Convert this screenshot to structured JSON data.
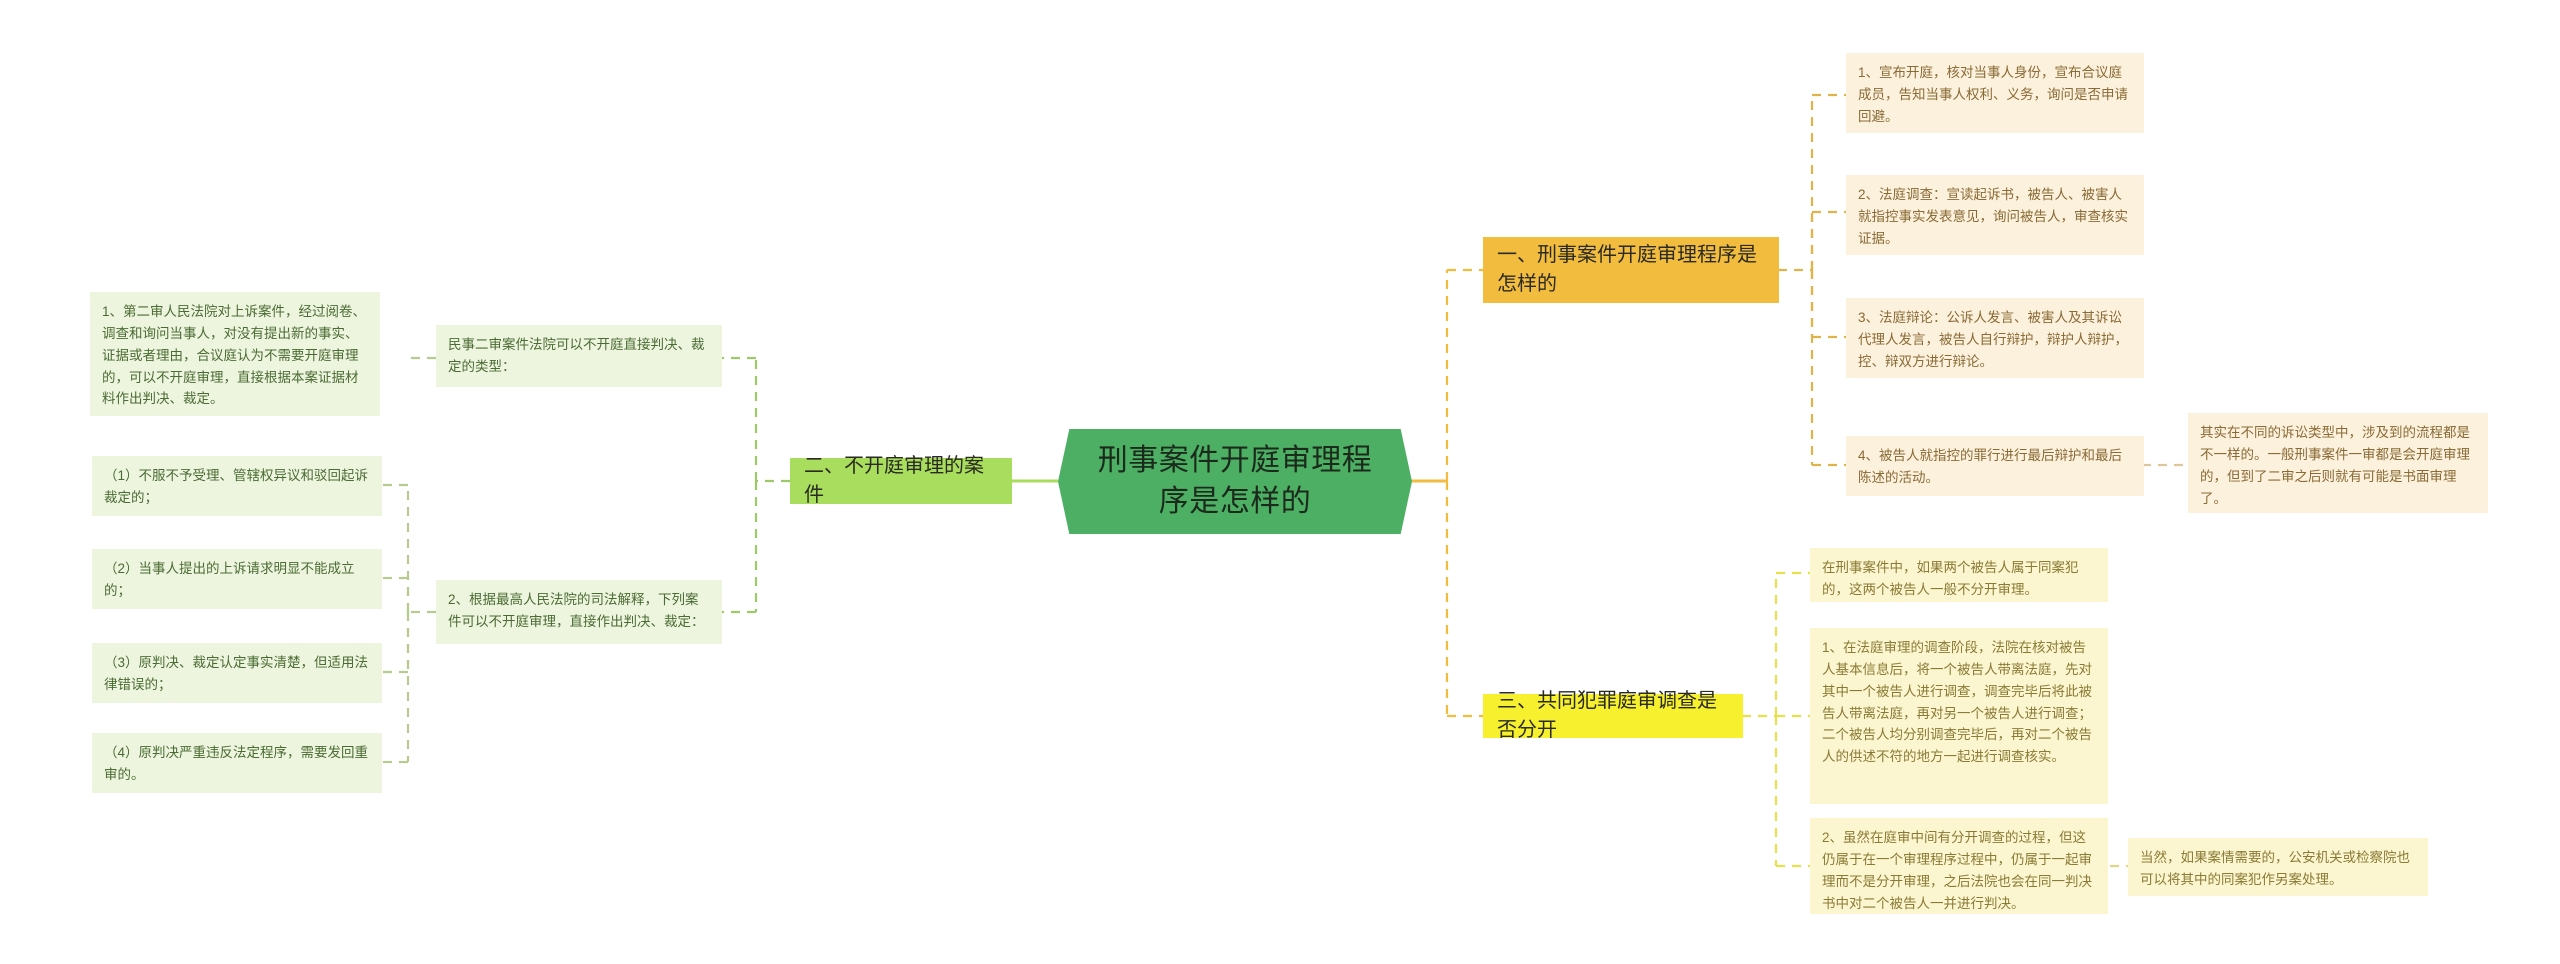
{
  "mindmap": {
    "central": {
      "label": "刑事案件开庭审理程序是怎样的",
      "color": "#4caf64"
    },
    "branches": [
      {
        "id": "branch-1",
        "label": "一、刑事案件开庭审理程序是怎样的",
        "color": "#f2bc3e",
        "side": "right",
        "children": [
          {
            "id": "b1-c1",
            "label": "1、宣布开庭，核对当事人身份，宣布合议庭成员，告知当事人权利、义务，询问是否申请回避。",
            "color": "#fbf1dc"
          },
          {
            "id": "b1-c2",
            "label": "2、法庭调查：宣读起诉书，被告人、被害人就指控事实发表意见，询问被告人，审查核实证据。",
            "color": "#fbf1dc"
          },
          {
            "id": "b1-c3",
            "label": "3、法庭辩论：公诉人发言、被害人及其诉讼代理人发言，被告人自行辩护，辩护人辩护，控、辩双方进行辩论。",
            "color": "#fbf1dc"
          },
          {
            "id": "b1-c4",
            "label": "4、被告人就指控的罪行进行最后辩护和最后陈述的活动。",
            "color": "#fbf1dc",
            "children": [
              {
                "id": "b1-c4-g1",
                "label": "其实在不同的诉讼类型中，涉及到的流程都是不一样的。一般刑事案件一审都是会开庭审理的，但到了二审之后则就有可能是书面审理了。",
                "color": "#fbf1dc"
              }
            ]
          }
        ]
      },
      {
        "id": "branch-2",
        "label": "二、不开庭审理的案件",
        "color": "#a8dd5e",
        "side": "left",
        "children": [
          {
            "id": "b2-c1",
            "label": "民事二审案件法院可以不开庭直接判决、裁定的类型：",
            "color": "#eef5df",
            "children": [
              {
                "id": "b2-c1-g1",
                "label": "1、第二审人民法院对上诉案件，经过阅卷、调查和询问当事人，对没有提出新的事实、证据或者理由，合议庭认为不需要开庭审理的，可以不开庭审理，直接根据本案证据材料作出判决、裁定。",
                "color": "#eef5df"
              }
            ]
          },
          {
            "id": "b2-c2",
            "label": "2、根据最高人民法院的司法解释，下列案件可以不开庭审理，直接作出判决、裁定：",
            "color": "#eef5df",
            "children": [
              {
                "id": "b2-c2-g1",
                "label": "（1）不服不予受理、管辖权异议和驳回起诉裁定的；",
                "color": "#eef5df"
              },
              {
                "id": "b2-c2-g2",
                "label": "（2）当事人提出的上诉请求明显不能成立的；",
                "color": "#eef5df"
              },
              {
                "id": "b2-c2-g3",
                "label": "（3）原判决、裁定认定事实清楚，但适用法律错误的；",
                "color": "#eef5df"
              },
              {
                "id": "b2-c2-g4",
                "label": "（4）原判决严重违反法定程序，需要发回重审的。",
                "color": "#eef5df"
              }
            ]
          }
        ]
      },
      {
        "id": "branch-3",
        "label": "三、共同犯罪庭审调查是否分开",
        "color": "#f7f02e",
        "side": "right",
        "children": [
          {
            "id": "b3-c1",
            "label": "在刑事案件中，如果两个被告人属于同案犯的，这两个被告人一般不分开审理。",
            "color": "#fbf6cf"
          },
          {
            "id": "b3-c2",
            "label": "1、在法庭审理的调查阶段，法院在核对被告人基本信息后，将一个被告人带离法庭，先对其中一个被告人进行调查，调查完毕后将此被告人带离法庭，再对另一个被告人进行调查；二个被告人均分别调查完毕后，再对二个被告人的供述不符的地方一起进行调查核实。",
            "color": "#fbf6cf"
          },
          {
            "id": "b3-c3",
            "label": "2、虽然在庭审中间有分开调查的过程，但这仍属于在一个审理程序过程中，仍属于一起审理而不是分开审理，之后法院也会在同一判决书中对二个被告人一并进行判决。",
            "color": "#fbf6cf",
            "children": [
              {
                "id": "b3-c3-g1",
                "label": "当然，如果案情需要的，公安机关或检察院也可以将其中的同案犯作另案处理。",
                "color": "#fbf6cf"
              }
            ]
          }
        ]
      }
    ]
  },
  "connector_colors": {
    "central_left": "#a8dd5e",
    "central_right": "#f2bc3e",
    "branch1": "#e0b44a",
    "branch2": "#9ec96a",
    "branch3": "#e8e04a",
    "note_green": "#b6cb90",
    "note_cream": "#ddc79a",
    "note_lemon": "#ddd58a"
  }
}
